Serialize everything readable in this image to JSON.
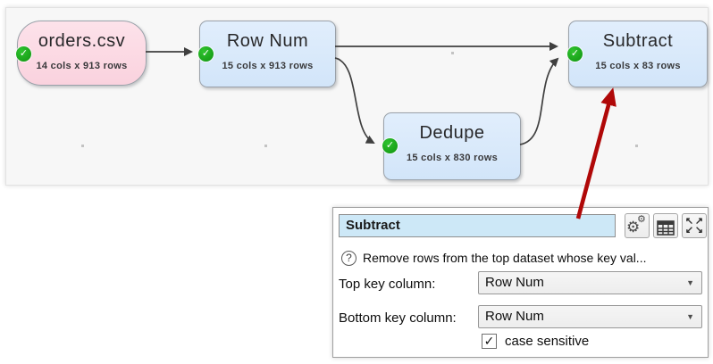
{
  "canvas": {
    "nodes": [
      {
        "title": "orders.csv",
        "subtitle": "14 cols x 913 rows",
        "kind": "source"
      },
      {
        "title": "Row Num",
        "subtitle": "15 cols x 913 rows",
        "kind": "transform"
      },
      {
        "title": "Dedupe",
        "subtitle": "15 cols x 830 rows",
        "kind": "transform"
      },
      {
        "title": "Subtract",
        "subtitle": "15 cols x 83 rows",
        "kind": "transform"
      }
    ]
  },
  "panel": {
    "title_field": {
      "value": "Subtract"
    },
    "description": "Remove rows from the top dataset whose key val...",
    "fields": [
      {
        "label": "Top key column:",
        "value": "Row Num"
      },
      {
        "label": "Bottom key column:",
        "value": "Row Num"
      }
    ],
    "checkbox": {
      "label": "case sensitive",
      "checked": true,
      "glyph": "✓"
    }
  },
  "icons": {
    "check": "✓",
    "help": "?",
    "dropdown": "▼",
    "gear": "⚙",
    "expand_nw": "↖",
    "expand_ne": "↗",
    "expand_sw": "↙",
    "expand_se": "↘"
  },
  "colors": {
    "node_blue": "#d7e8fa",
    "node_pink": "#fbd8e2",
    "status_green": "#16a91d",
    "connector": "#3f3f3f",
    "annotation_arrow_red": "#b00808",
    "panel_name_field": "#cde8f7"
  }
}
